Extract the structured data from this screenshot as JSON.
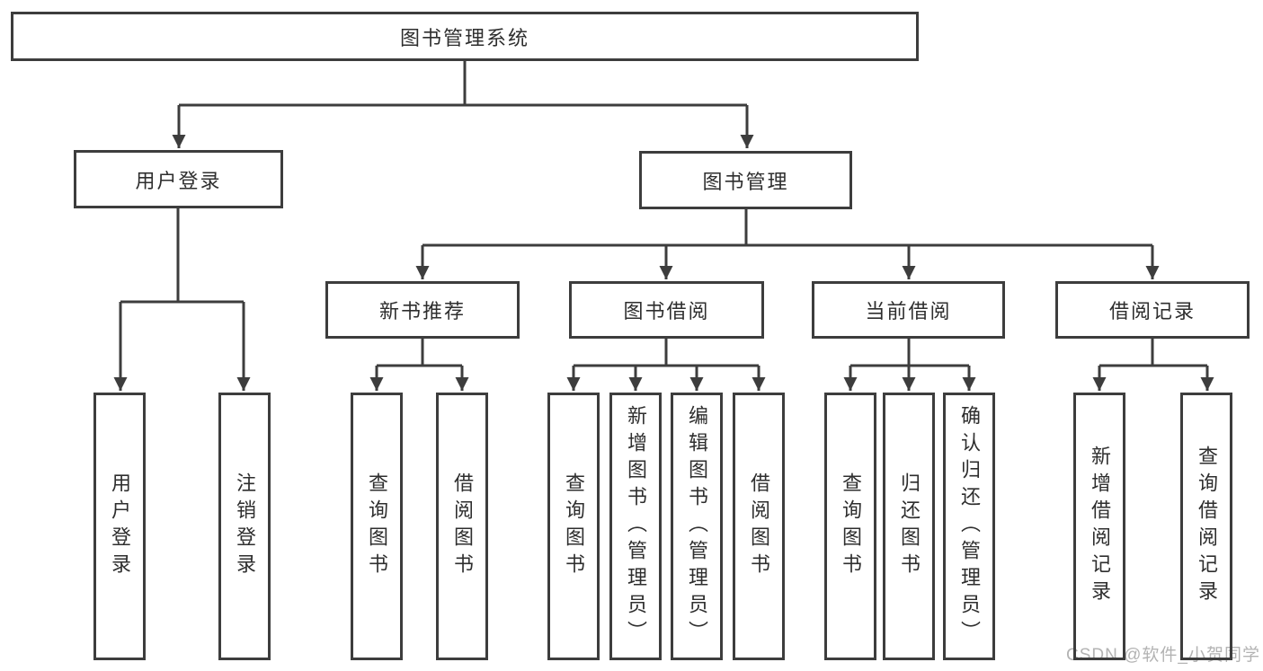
{
  "diagram": {
    "type": "tree",
    "title": "图书管理系统",
    "tree": {
      "root": {
        "label": "图书管理系统"
      },
      "level2": [
        {
          "label": "用户登录",
          "parent": "图书管理系统"
        },
        {
          "label": "图书管理",
          "parent": "图书管理系统"
        }
      ],
      "level3": [
        {
          "label": "新书推荐",
          "parent": "图书管理"
        },
        {
          "label": "图书借阅",
          "parent": "图书管理"
        },
        {
          "label": "当前借阅",
          "parent": "图书管理"
        },
        {
          "label": "借阅记录",
          "parent": "图书管理"
        }
      ],
      "leaves": [
        {
          "label": "用户登录",
          "parent": "用户登录"
        },
        {
          "label": "注销登录",
          "parent": "用户登录"
        },
        {
          "label": "查询图书",
          "parent": "新书推荐"
        },
        {
          "label": "借阅图书",
          "parent": "新书推荐"
        },
        {
          "label": "查询图书",
          "parent": "图书借阅"
        },
        {
          "label": "新增图书（管理员）",
          "parent": "图书借阅"
        },
        {
          "label": "编辑图书（管理员）",
          "parent": "图书借阅"
        },
        {
          "label": "借阅图书",
          "parent": "图书借阅"
        },
        {
          "label": "查询图书",
          "parent": "当前借阅"
        },
        {
          "label": "归还图书",
          "parent": "当前借阅"
        },
        {
          "label": "确认归还（管理员）",
          "parent": "当前借阅"
        },
        {
          "label": "新增借阅记录",
          "parent": "借阅记录"
        },
        {
          "label": "查询借阅记录",
          "parent": "借阅记录"
        }
      ]
    },
    "colors": {
      "line": "#3d3d3d",
      "box_border": "#3d3d3d",
      "text": "#2e2e2e",
      "background": "#ffffff",
      "watermark": "#b3b3b3"
    }
  },
  "watermark": {
    "text": "CSDN @软件_小贺同学"
  }
}
